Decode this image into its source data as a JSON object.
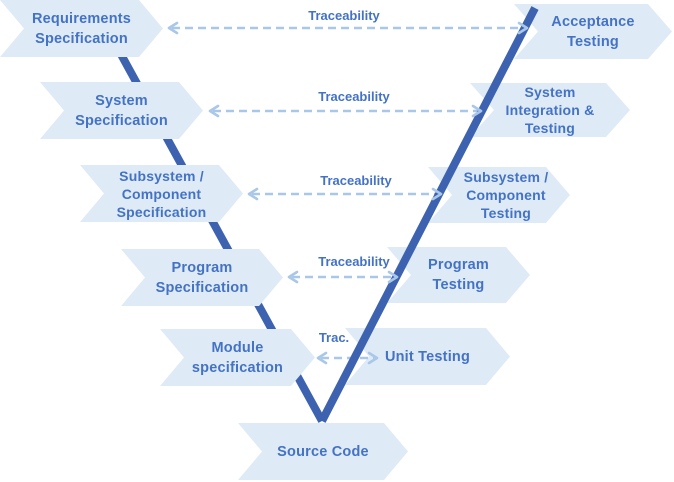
{
  "diagram_title": "V-Model development and testing diagram",
  "colors": {
    "shape_fill": "#DEEBF7",
    "shape_text": "#4472C4",
    "v_line": "#3D63B0",
    "dashed_arrow": "#A9C7E8",
    "background": "#FFFFFF"
  },
  "left_stages": [
    {
      "id": "requirements-specification",
      "lines": [
        "Requirements",
        "Specification"
      ]
    },
    {
      "id": "system-specification",
      "lines": [
        "System",
        "Specification"
      ]
    },
    {
      "id": "subsystem-component-specification",
      "lines": [
        "Subsystem /",
        "Component",
        "Specification"
      ]
    },
    {
      "id": "program-specification",
      "lines": [
        "Program",
        "Specification"
      ]
    },
    {
      "id": "module-specification",
      "lines": [
        "Module",
        "specification"
      ]
    }
  ],
  "right_stages": [
    {
      "id": "acceptance-testing",
      "lines": [
        "Acceptance",
        "Testing"
      ]
    },
    {
      "id": "system-integration-testing",
      "lines": [
        "System",
        "Integration &",
        "Testing"
      ]
    },
    {
      "id": "subsystem-component-testing",
      "lines": [
        "Subsystem /",
        "Component",
        "Testing"
      ]
    },
    {
      "id": "program-testing",
      "lines": [
        "Program",
        "Testing"
      ]
    },
    {
      "id": "unit-testing",
      "lines": [
        "Unit Testing"
      ]
    }
  ],
  "bottom_stage": {
    "id": "source-code",
    "lines": [
      "Source Code"
    ]
  },
  "traceability_links": [
    {
      "label": "Traceability"
    },
    {
      "label": "Traceability"
    },
    {
      "label": "Traceability"
    },
    {
      "label": "Traceability"
    },
    {
      "label": "Trac."
    }
  ]
}
